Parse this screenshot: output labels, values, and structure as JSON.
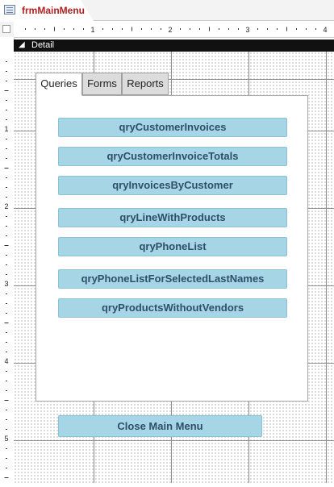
{
  "document_tab": {
    "title": "frmMainMenu",
    "icon": "form-icon"
  },
  "ruler": {
    "h_labels": [
      "1",
      "2",
      "3",
      "4"
    ],
    "v_labels": [
      "1",
      "2",
      "3",
      "4",
      "5"
    ]
  },
  "section": {
    "label": "Detail",
    "icon": "section-arrow-icon"
  },
  "form_tabs": [
    {
      "label": "Queries",
      "active": true
    },
    {
      "label": "Forms",
      "active": false
    },
    {
      "label": "Reports",
      "active": false
    }
  ],
  "query_buttons": [
    "qryCustomerInvoices",
    "qryCustomerInvoiceTotals",
    "qryInvoicesByCustomer",
    "qryLineWithProducts",
    "qryPhoneList",
    "qryPhoneListForSelectedLastNames",
    "qryProductsWithoutVendors"
  ],
  "close_button": {
    "label": "Close Main Menu"
  },
  "colors": {
    "button_fill": "#a6d5e6",
    "button_text": "#2f4f68",
    "tab_title": "#b02020",
    "section_bar": "#111111"
  }
}
